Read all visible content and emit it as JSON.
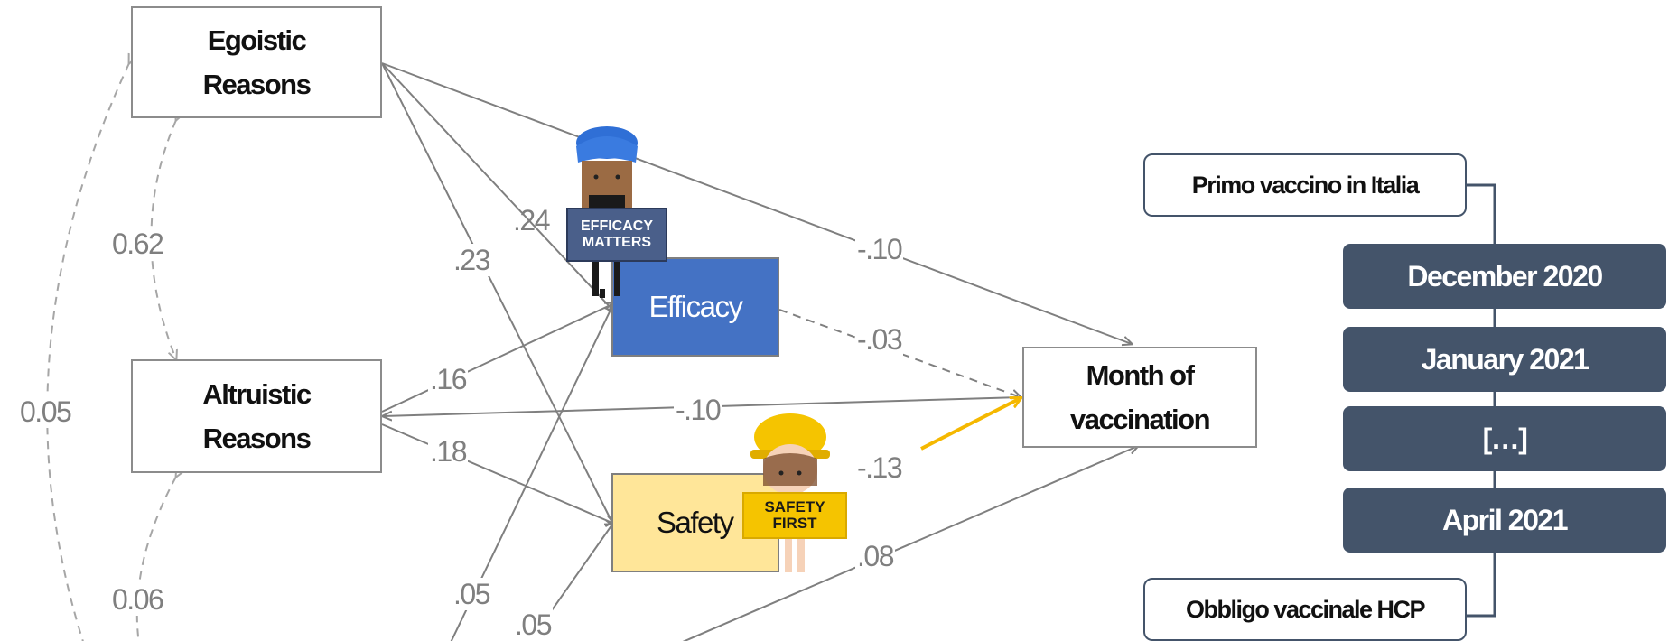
{
  "nodes": {
    "egoistic": "Egoistic\nReasons",
    "altruistic": "Altruistic\nReasons",
    "efficacy": "Efficacy",
    "safety": "Safety",
    "month": "Month of\nvaccination"
  },
  "coefficients": {
    "ego_to_efficacy": ".24",
    "ego_to_safety": ".23",
    "ego_to_month": "-.10",
    "efficacy_to_month": "-.03",
    "altruistic_to_efficacy": ".16",
    "month_to_altruistic": "-.10",
    "altruistic_to_safety": ".18",
    "safety_to_month": "-.13",
    "lower_to_month": ".08",
    "lower_to_efficacy": ".05",
    "lower_to_safety": ".05"
  },
  "correlations": {
    "ego_altruistic": "0.62",
    "ego_lower": "0.05",
    "altruistic_lower": "0.06"
  },
  "figures": {
    "efficacy_sign": "EFFICACY\nMATTERS",
    "safety_sign": "SAFETY\nFIRST"
  },
  "timeline": {
    "start_label": "Primo vaccino in Italia",
    "dates": [
      "December 2020",
      "January 2021",
      "[…]",
      "April 2021"
    ],
    "end_label": "Obbligo vaccinale HCP"
  },
  "colors": {
    "efficacy_fill": "#4472c4",
    "safety_fill": "#ffe699",
    "highlight_arrow": "#f5b800",
    "timeline_fill": "#44546a",
    "line_gray": "#7f7f7f"
  }
}
